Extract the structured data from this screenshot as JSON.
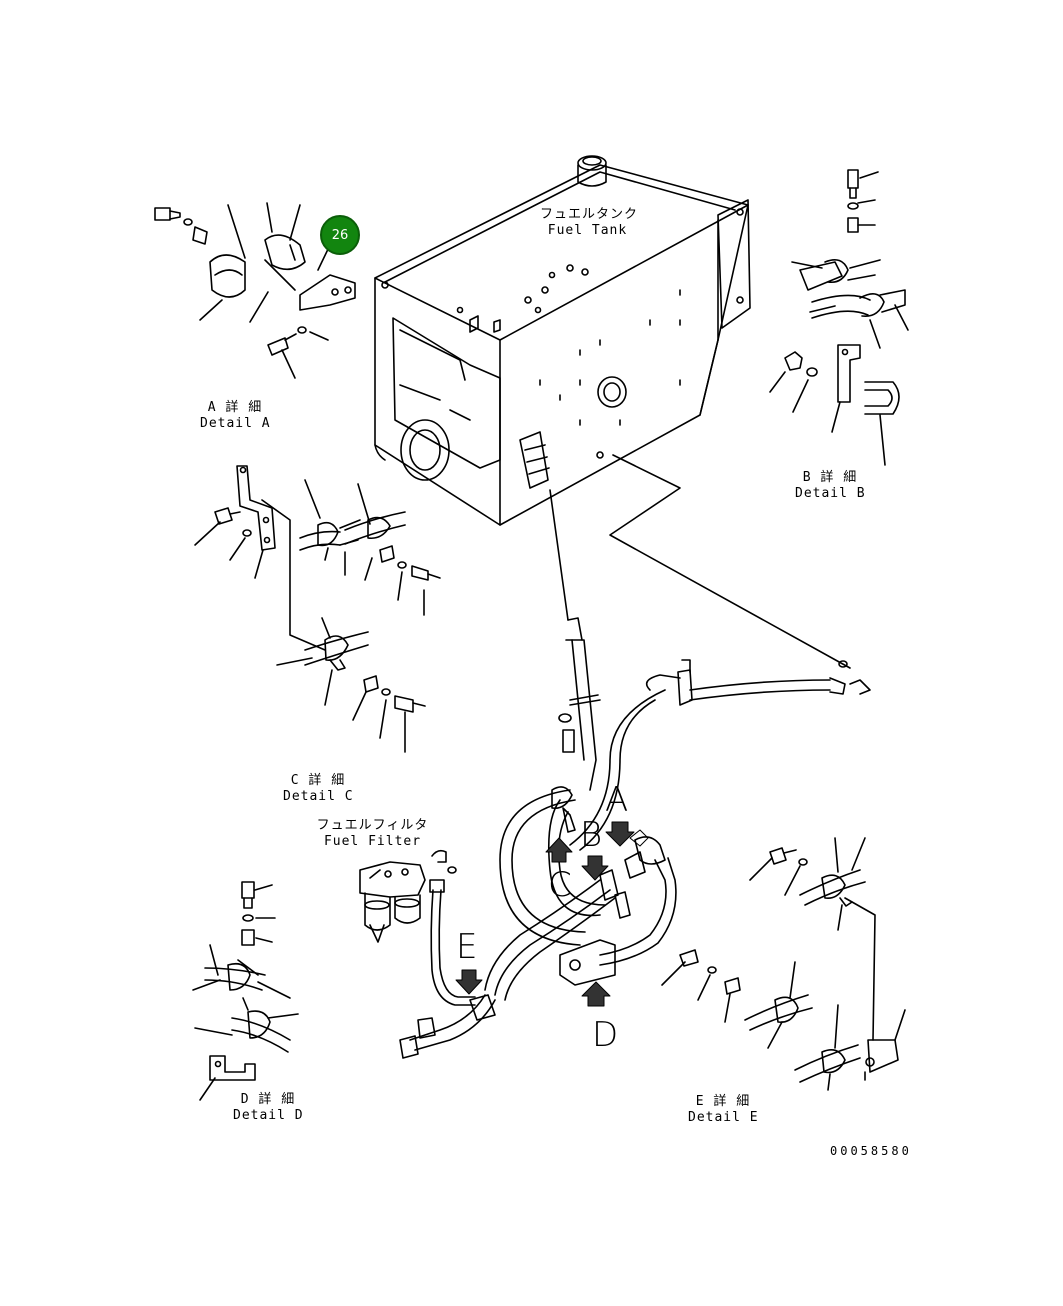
{
  "labels": {
    "fuel_tank_jp": "フュエルタンク",
    "fuel_tank_en": "Fuel Tank",
    "fuel_filter_jp": "フュエルフィルタ",
    "fuel_filter_en": "Fuel Filter",
    "detail_a_jp": "A 詳 細",
    "detail_a_en": "Detail A",
    "detail_b_jp": "B 詳 細",
    "detail_b_en": "Detail B",
    "detail_c_jp": "C 詳 細",
    "detail_c_en": "Detail C",
    "detail_d_jp": "D 詳 細",
    "detail_d_en": "Detail D",
    "detail_e_jp": "E 詳 細",
    "detail_e_en": "Detail E"
  },
  "view_letters": {
    "a": "A",
    "b": "B",
    "c": "C",
    "d": "D",
    "e": "E"
  },
  "callout": {
    "number": "26",
    "color": "#12850f"
  },
  "drawing_number": "00058580"
}
